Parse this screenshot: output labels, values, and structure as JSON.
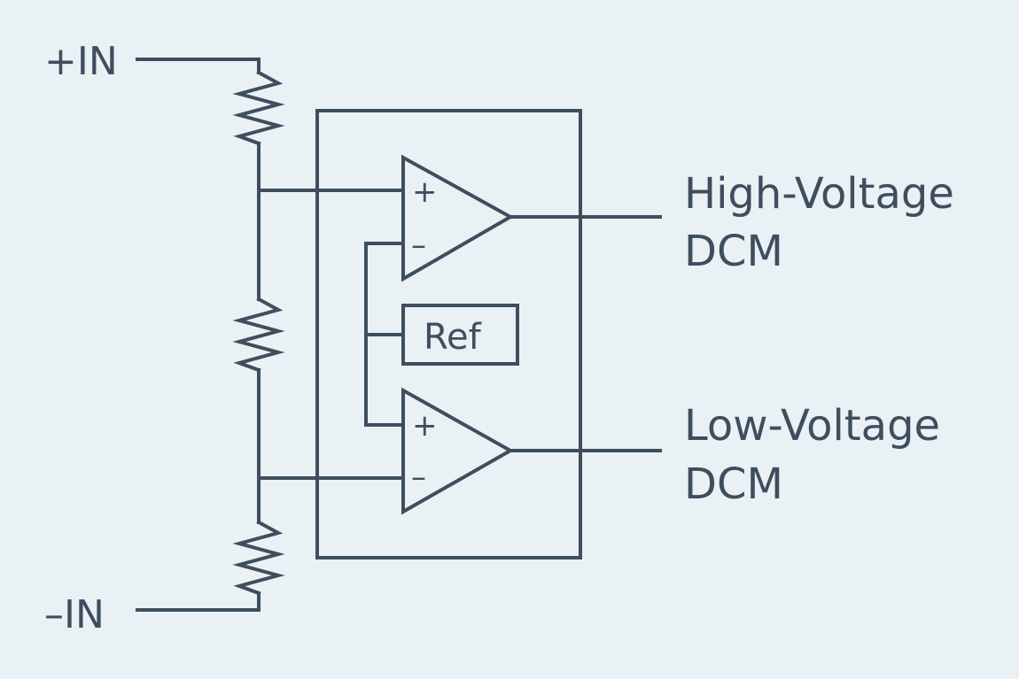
{
  "inputs": {
    "positive": "+IN",
    "negative": "–IN"
  },
  "outputs": {
    "high": {
      "line1": "High-Voltage",
      "line2": "DCM"
    },
    "low": {
      "line1": "Low-Voltage",
      "line2": "DCM"
    }
  },
  "reference": "Ref",
  "amp_high": {
    "plus": "+",
    "minus": "–"
  },
  "amp_low": {
    "plus": "+",
    "minus": "–"
  },
  "colors": {
    "background": "#e9f1f4",
    "line": "#3f4e5e"
  }
}
